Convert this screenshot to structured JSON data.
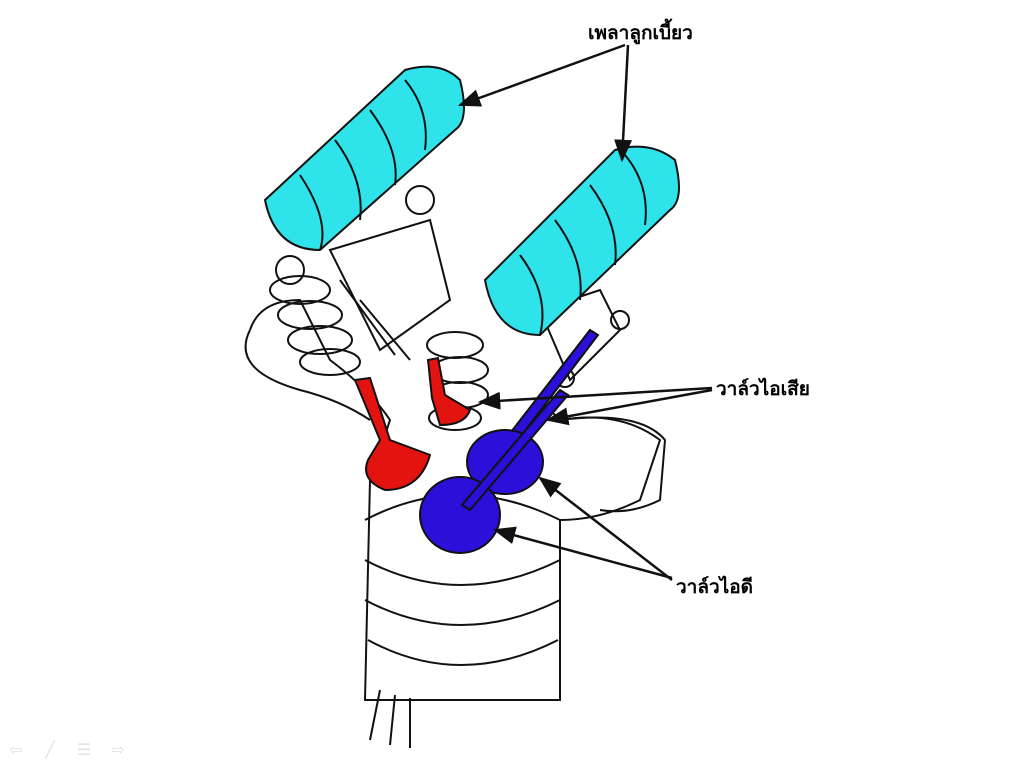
{
  "labels": {
    "camshaft": "เพลาลูกเบี้ยว",
    "exhaust_valve": "วาล์วไอเสีย",
    "intake_valve": "วาล์วไอดี"
  },
  "colors": {
    "camshaft": "#2fe3ea",
    "exhaust": "#e3140f",
    "intake": "#2a10d8",
    "line": "#111111"
  },
  "nav": {
    "icons": [
      "arrow-left-icon",
      "pen-icon",
      "menu-icon",
      "arrow-right-icon"
    ]
  }
}
